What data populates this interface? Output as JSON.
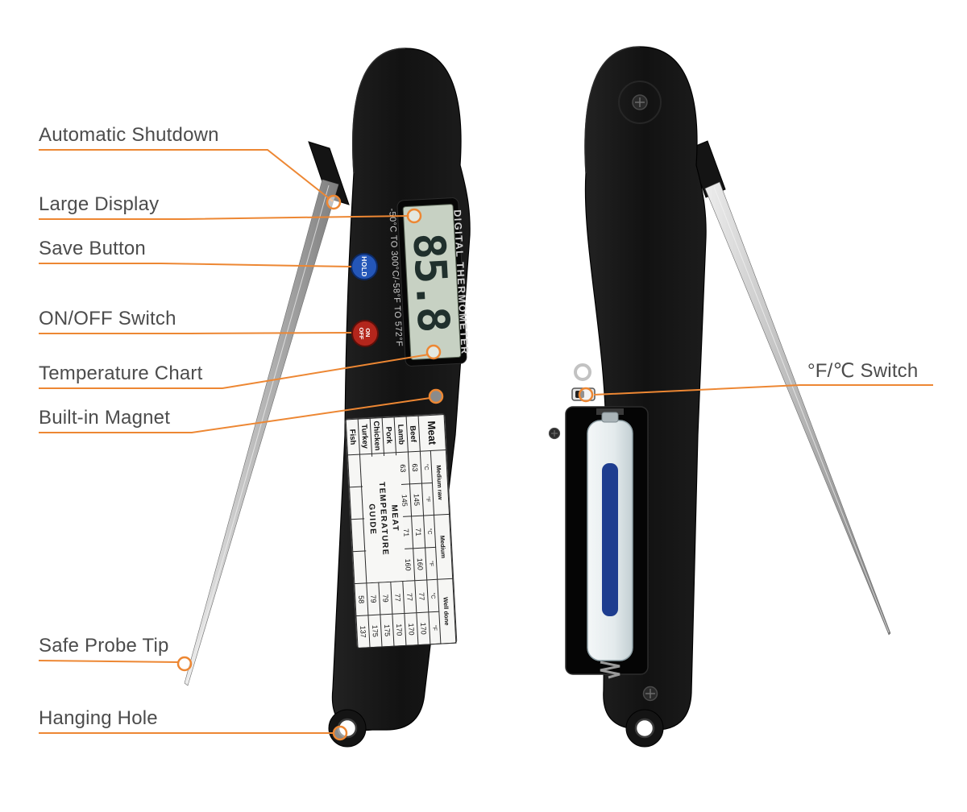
{
  "callouts": {
    "automatic_shutdown": "Automatic Shutdown",
    "large_display": "Large Display",
    "save_button": "Save Button",
    "on_off_switch": "ON/OFF Switch",
    "temperature_chart": "Temperature Chart",
    "built_in_magnet": "Built-in Magnet",
    "safe_probe_tip": "Safe Probe Tip",
    "hanging_hole": "Hanging Hole",
    "fc_switch": "°F/℃ Switch"
  },
  "front_device": {
    "display_value": "85.8",
    "brand_text": "DIGITAL THERMOMETER",
    "range_text": "-50°C TO 300°C/-58°F TO 572°F",
    "hold_label": "HOLD",
    "on_label": "ON",
    "off_label": "OFF"
  },
  "meat_chart": {
    "corner_label": "Meat",
    "unit_c": "°C",
    "unit_f": "°F",
    "col_headers": [
      "Medium raw",
      "Medium",
      "Well done"
    ],
    "caption_lines": [
      "MEAT",
      "TEMPERATURE",
      "GUIDE"
    ],
    "rows": [
      {
        "meat": "Beef",
        "values": [
          "63",
          "145",
          "71",
          "160",
          "77",
          "170"
        ]
      },
      {
        "meat": "Lamb",
        "values": [
          "63",
          "145",
          "71",
          "160",
          "77",
          "170"
        ]
      },
      {
        "meat": "Pork",
        "values": [
          "",
          "",
          "71",
          "160",
          "77",
          "170"
        ]
      },
      {
        "meat": "Chicken",
        "values": [
          "",
          "",
          "",
          "",
          "79",
          "175"
        ]
      },
      {
        "meat": "Turkey",
        "values": [
          "",
          "",
          "",
          "",
          "79",
          "175"
        ]
      },
      {
        "meat": "Fish",
        "values": [
          "",
          "",
          "",
          "",
          "58",
          "137"
        ]
      }
    ]
  },
  "colors": {
    "accent": "#ed8733",
    "label_text": "#4c4c4c",
    "lcd": "#c7d1c3",
    "hold_blue": "#2456b8",
    "onoff_red": "#b3261c"
  }
}
